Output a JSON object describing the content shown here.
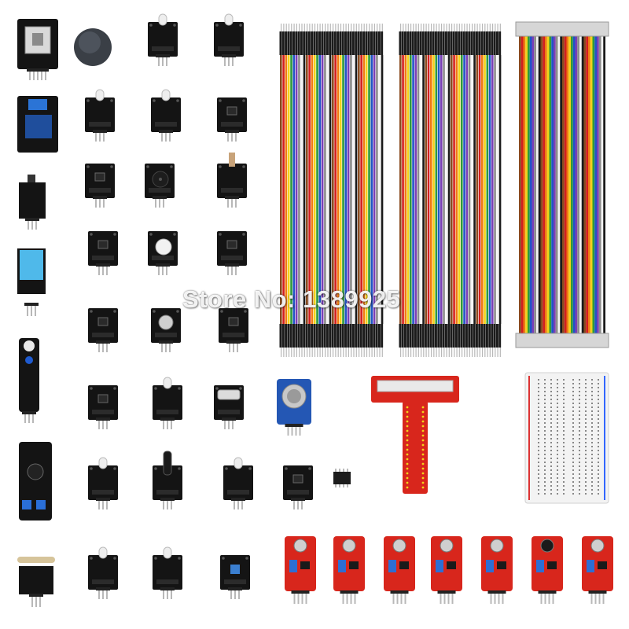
{
  "watermark": {
    "text": "Store No: 1389925"
  },
  "colors": {
    "background": "#ffffff",
    "pcb_black": "#141414",
    "pcb_red": "#d8261c",
    "pcb_blue": "#2457b4",
    "header_pin": "#b8b8b8",
    "breadboard": "#f3f3f3",
    "ribbon": [
      "#8a4b1f",
      "#d21f1f",
      "#f07a12",
      "#f2d21b",
      "#2f9a3a",
      "#2054c6",
      "#7b3fb6",
      "#8c8c8c",
      "#f4f4f4",
      "#1a1a1a"
    ]
  },
  "items": {
    "small_sensor_modules": 27,
    "red_sensor_modules": 7,
    "dupont_jumper_bundles": 2,
    "rainbow_ribbon_cable": 1,
    "t_cobbler_adapter": 1,
    "breadboard": 1,
    "blue_gas_sensor": 1,
    "ic_chip": 1,
    "joystick_cap": 1
  }
}
